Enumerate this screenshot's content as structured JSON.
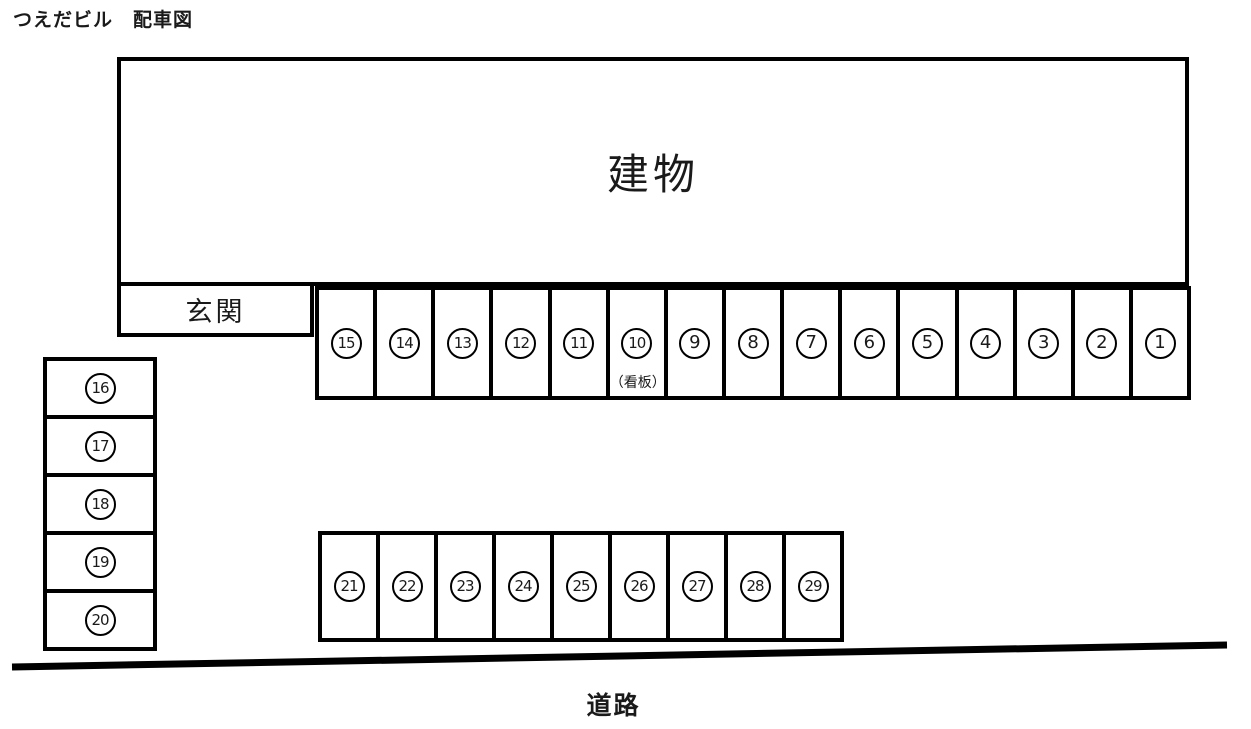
{
  "title": "つえだビル　配車図",
  "building": {
    "label": "建物"
  },
  "entrance": {
    "label": "玄関"
  },
  "road": {
    "label": "道路"
  },
  "stalls": {
    "top_row": [
      {
        "num": "15"
      },
      {
        "num": "14"
      },
      {
        "num": "13"
      },
      {
        "num": "12"
      },
      {
        "num": "11"
      },
      {
        "num": "10",
        "note": "（看板）"
      },
      {
        "num": "9"
      },
      {
        "num": "8"
      },
      {
        "num": "7"
      },
      {
        "num": "6"
      },
      {
        "num": "5"
      },
      {
        "num": "4"
      },
      {
        "num": "3"
      },
      {
        "num": "2"
      },
      {
        "num": "1"
      }
    ],
    "left_column": [
      {
        "num": "16"
      },
      {
        "num": "17"
      },
      {
        "num": "18"
      },
      {
        "num": "19"
      },
      {
        "num": "20"
      }
    ],
    "bottom_row": [
      {
        "num": "21"
      },
      {
        "num": "22"
      },
      {
        "num": "23"
      },
      {
        "num": "24"
      },
      {
        "num": "25"
      },
      {
        "num": "26"
      },
      {
        "num": "27"
      },
      {
        "num": "28"
      },
      {
        "num": "29"
      }
    ]
  },
  "line_color": "#000000"
}
